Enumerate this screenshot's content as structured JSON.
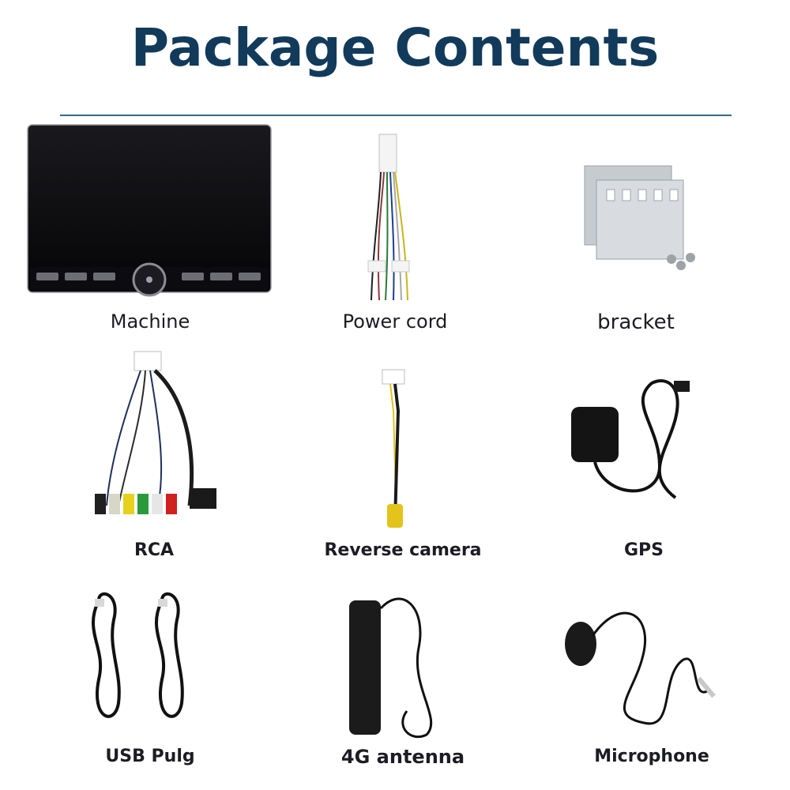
{
  "header": {
    "title": "Package Contents"
  },
  "items": [
    {
      "label": "Machine"
    },
    {
      "label": "Power cord"
    },
    {
      "label": "bracket"
    },
    {
      "label": "RCA"
    },
    {
      "label": "Reverse camera"
    },
    {
      "label": "GPS"
    },
    {
      "label": "USB Pulg"
    },
    {
      "label": "4G antenna"
    },
    {
      "label": "Microphone"
    }
  ],
  "colors": {
    "title": "#123a5a",
    "divider": "#2e6d8f"
  }
}
